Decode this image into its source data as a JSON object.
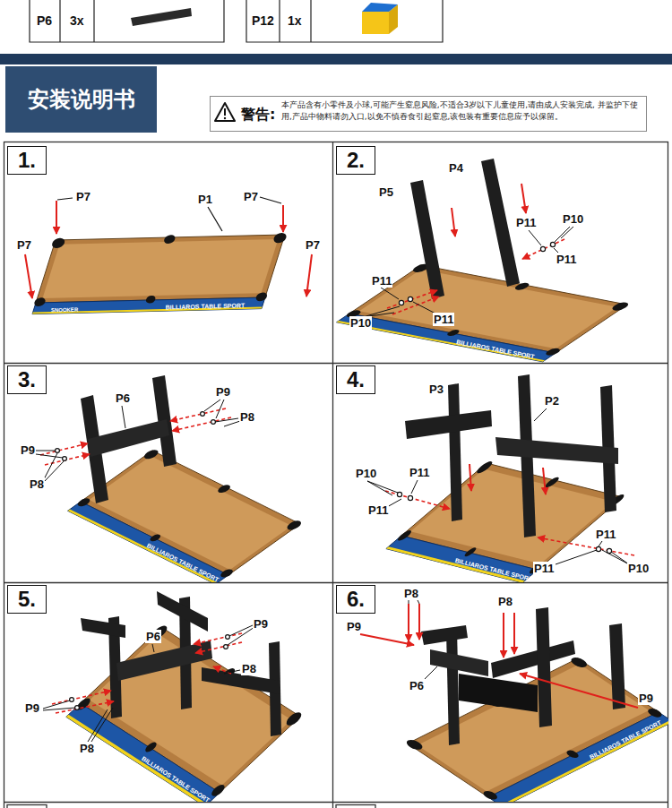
{
  "diagram": {
    "nodes": [
      {
        "text": [
          "安装说明书"
        ]
      },
      {
        "text": [
          "警告:",
          "本产品含有小零件及小球,可能产生窒息风险,不适合3岁以下儿童使用,请由成人安装完成, 并监护下使用,产品中物料请勿入口,以免不慎吞食引起窒息,该包装有重要信息应予以保留。"
        ]
      },
      {
        "text": [
          "1."
        ]
      },
      {
        "text": [
          "2."
        ]
      },
      {
        "text": [
          "3."
        ]
      },
      {
        "text": [
          "4."
        ]
      },
      {
        "text": [
          "5."
        ]
      },
      {
        "text": [
          "6."
        ]
      }
    ],
    "labels": [
      "P6",
      "3x",
      "P12",
      "1x",
      "P7",
      "P1",
      "P7",
      "P7",
      "P7",
      "SNOOKER",
      "BILLIAROS TABLE SPORT",
      "P4",
      "P5",
      "P11",
      "P10",
      "P11",
      "P11",
      "P10",
      "P11",
      "BILLIAROS TABLE SPORT",
      "P6",
      "P9",
      "P8",
      "P9",
      "P8",
      "BILLIAROS TABLE SPORT",
      "P3",
      "P2",
      "P10",
      "P11",
      "P11",
      "P11",
      "P11",
      "P10",
      "BILLIAROS TABLE SPORT",
      "P6",
      "P9",
      "P8",
      "P9",
      "P8",
      "BILLIAROS TABLE SPORT",
      "P8",
      "P8",
      "P9",
      "P6",
      "P9",
      "BILLIAROS TABLE SPORT"
    ]
  }
}
